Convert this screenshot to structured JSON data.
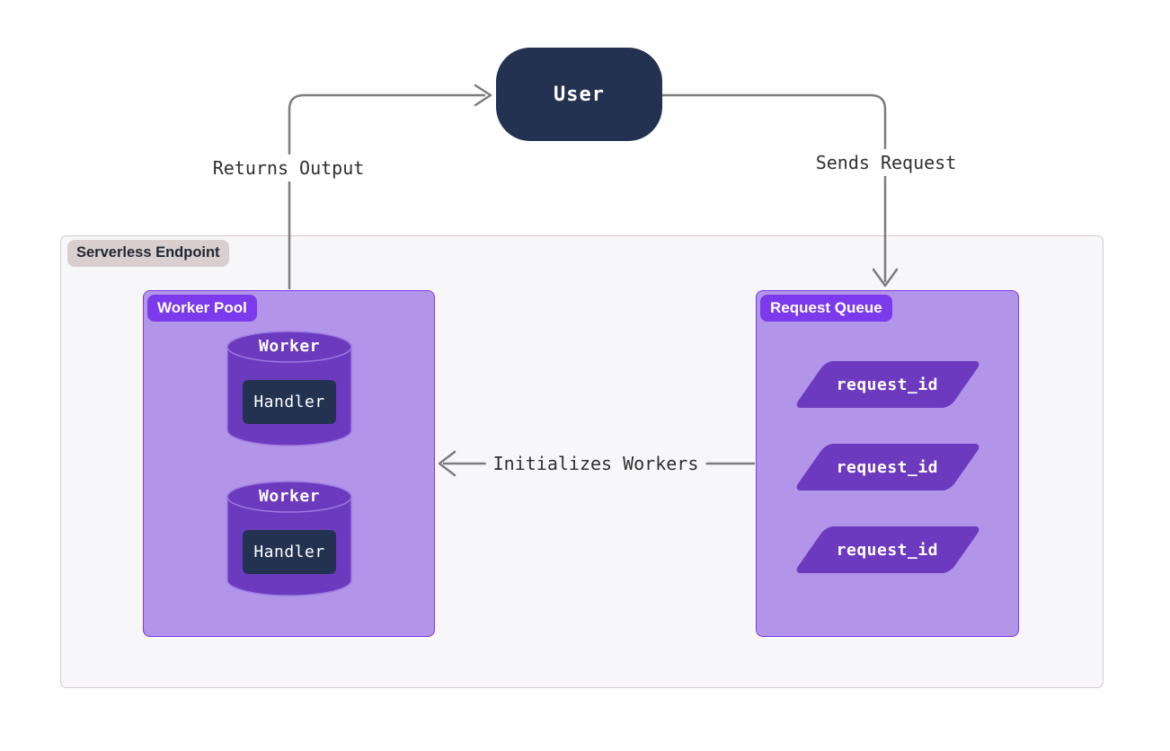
{
  "colors": {
    "canvas_bg": "#ffffff",
    "node_navy": "#233250",
    "node_text": "#ffffff",
    "edge_line": "#7d7d7d",
    "edge_label_text": "#2f2f2f",
    "container_fill": "#f7f6f8",
    "container_border": "#d6cccb",
    "container_badge_fill": "#d9cfce",
    "container_badge_text": "#1f2733",
    "purple_box_fill": "#b294e9",
    "purple_border": "#7c3aed",
    "purple_badge_fill": "#7c3aed",
    "purple_badge_text": "#ffffff",
    "shape_purple": "#6c3abf",
    "shape_stroke": "#9d7bdf"
  },
  "user_node": {
    "label": "User"
  },
  "edges": {
    "returns_output": {
      "label": "Returns Output"
    },
    "sends_request": {
      "label": "Sends Request"
    },
    "initializes_workers": {
      "label": "Initializes Workers"
    }
  },
  "container": {
    "label": "Serverless Endpoint"
  },
  "worker_pool": {
    "label": "Worker Pool",
    "workers": [
      {
        "label": "Worker",
        "handler": "Handler"
      },
      {
        "label": "Worker",
        "handler": "Handler"
      }
    ]
  },
  "request_queue": {
    "label": "Request Queue",
    "items": [
      {
        "label": "request_id"
      },
      {
        "label": "request_id"
      },
      {
        "label": "request_id"
      }
    ]
  }
}
